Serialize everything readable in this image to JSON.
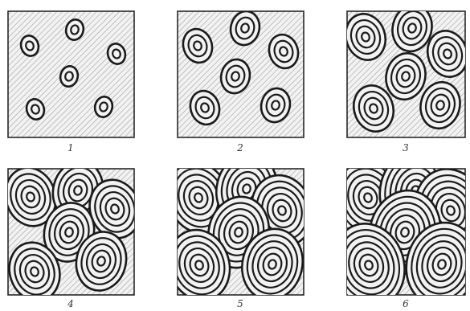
{
  "figure": {
    "panels": [
      {
        "label": "1",
        "rings": 2
      },
      {
        "label": "2",
        "rings": 3
      },
      {
        "label": "3",
        "rings": 4
      },
      {
        "label": "4",
        "rings": 5
      },
      {
        "label": "5",
        "rings": 6
      },
      {
        "label": "6",
        "rings": 7
      }
    ],
    "colors": {
      "ink": "#1a1a1a",
      "hatch": "#9a9a9a",
      "panel_background": "#f2f2f2",
      "page_background": "#ffffff"
    }
  }
}
